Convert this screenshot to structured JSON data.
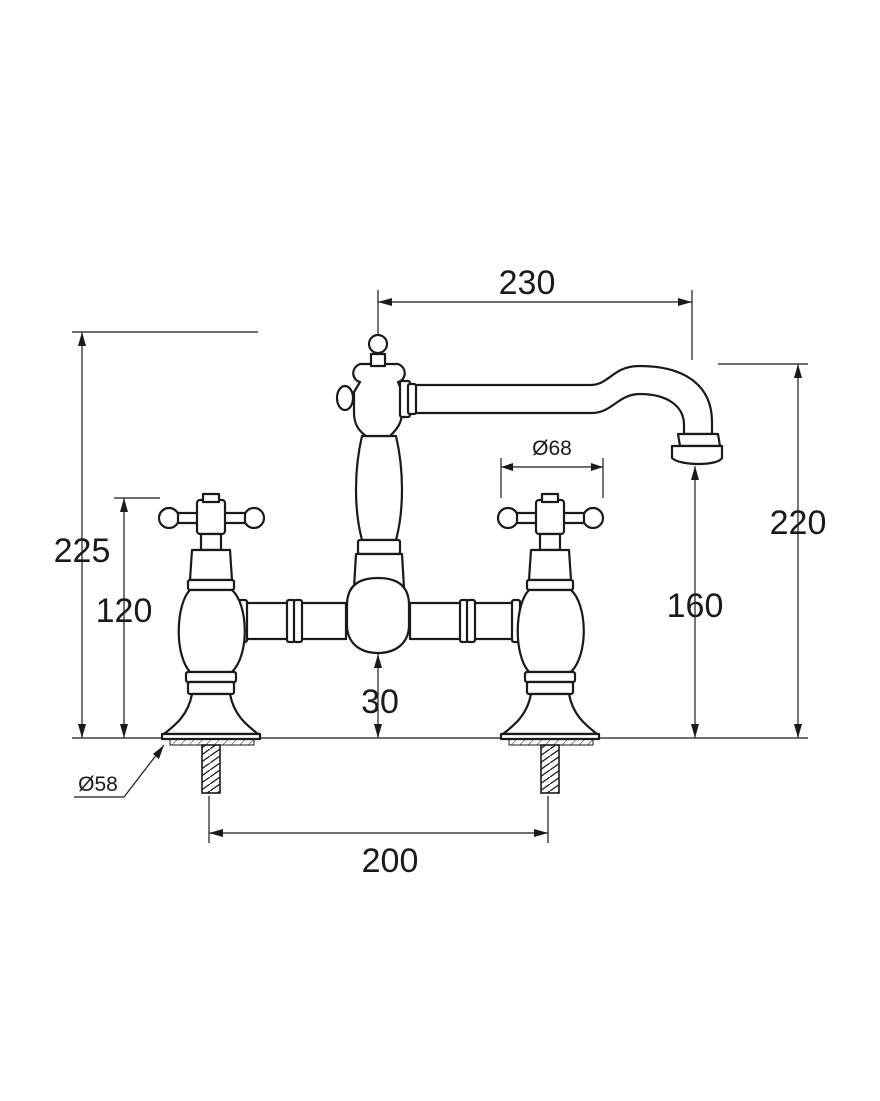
{
  "dimensions": {
    "spout_reach": "230",
    "total_height": "225",
    "spout_height": "220",
    "handle_height": "120",
    "outlet_height": "160",
    "bridge_height": "30",
    "handle_diameter": "Ø68",
    "base_diameter": "Ø58",
    "centres": "200"
  },
  "colors": {
    "line": "#1a1a1a",
    "background": "#ffffff"
  }
}
